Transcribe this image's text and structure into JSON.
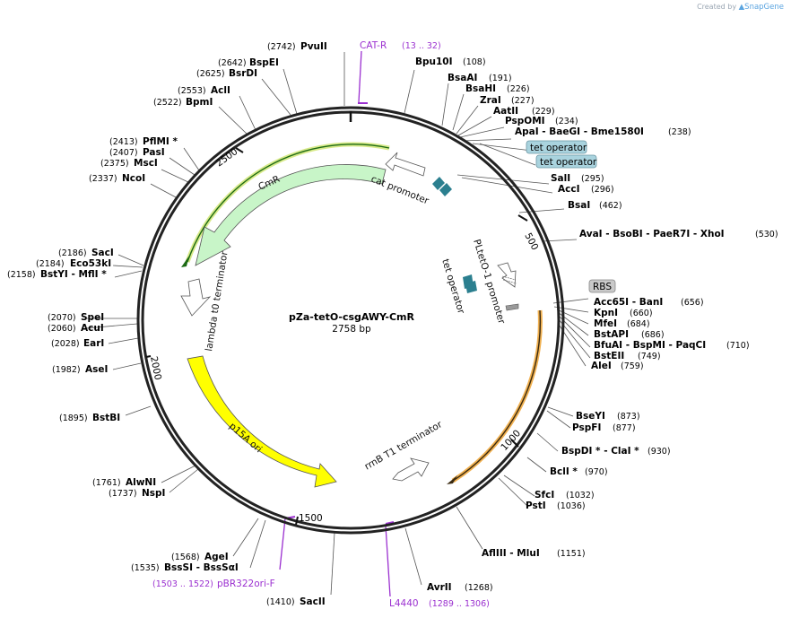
{
  "credit": {
    "prefix": "Created by",
    "brand": "SnapGene"
  },
  "plasmid": {
    "name": "pZa-tetO-csgAWY-CmR",
    "length": "2758 bp"
  },
  "ticks": [
    "500",
    "1000",
    "1500",
    "2000",
    "2500"
  ],
  "enzymes": [
    {
      "pos": "(2742)",
      "name": "PvuII"
    },
    {
      "pos": "(108)",
      "name": "Bpu10I"
    },
    {
      "pos": "(2642)",
      "name": "BspEI"
    },
    {
      "pos": "(2625)",
      "name": "BsrDI"
    },
    {
      "pos": "(191)",
      "name": "BsaAI"
    },
    {
      "pos": "(226)",
      "name": "BsaHI"
    },
    {
      "pos": "(227)",
      "name": "ZraI"
    },
    {
      "pos": "(229)",
      "name": "AatII"
    },
    {
      "pos": "(2553)",
      "name": "AclI"
    },
    {
      "pos": "(234)",
      "name": "PspOMI"
    },
    {
      "pos": "(2522)",
      "name": "BpmI"
    },
    {
      "pos": "(238)",
      "name": "ApaI   - BaeGI   - Bme1580I"
    },
    {
      "pos": "(2413)",
      "name": "PflMI *"
    },
    {
      "pos": "(2407)",
      "name": "PasI"
    },
    {
      "pos": "(2375)",
      "name": "MscI"
    },
    {
      "pos": "(2337)",
      "name": "NcoI"
    },
    {
      "pos": "(295)",
      "name": "SalI"
    },
    {
      "pos": "(296)",
      "name": "AccI"
    },
    {
      "pos": "(462)",
      "name": "BsaI"
    },
    {
      "pos": "(530)",
      "name": "AvaI   - BsoBI   - PaeR7I   - XhoI"
    },
    {
      "pos": "(2186)",
      "name": "SacI"
    },
    {
      "pos": "(2184)",
      "name": "Eco53kI"
    },
    {
      "pos": "(2158)",
      "name": "BstYI   - MflI *"
    },
    {
      "pos": "(656)",
      "name": "Acc65I   - BanI"
    },
    {
      "pos": "(660)",
      "name": "KpnI"
    },
    {
      "pos": "(684)",
      "name": "MfeI"
    },
    {
      "pos": "(686)",
      "name": "BstAPI"
    },
    {
      "pos": "(2070)",
      "name": "SpeI"
    },
    {
      "pos": "(2060)",
      "name": "AcuI"
    },
    {
      "pos": "(710)",
      "name": "BfuAI   - BspMI   - PaqCI"
    },
    {
      "pos": "(2028)",
      "name": "EarI"
    },
    {
      "pos": "(749)",
      "name": "BstEII"
    },
    {
      "pos": "(759)",
      "name": "AleI"
    },
    {
      "pos": "(1982)",
      "name": "AseI"
    },
    {
      "pos": "(1895)",
      "name": "BstBI"
    },
    {
      "pos": "(873)",
      "name": "BseYI"
    },
    {
      "pos": "(877)",
      "name": "PspFI"
    },
    {
      "pos": "(930)",
      "name": "BspDI *  - ClaI *"
    },
    {
      "pos": "(970)",
      "name": "BclI *"
    },
    {
      "pos": "(1761)",
      "name": "AlwNI"
    },
    {
      "pos": "(1737)",
      "name": "NspI"
    },
    {
      "pos": "(1032)",
      "name": "SfcI"
    },
    {
      "pos": "(1036)",
      "name": "PstI"
    },
    {
      "pos": "(1151)",
      "name": "AflIII   - MluI"
    },
    {
      "pos": "(1568)",
      "name": "AgeI"
    },
    {
      "pos": "(1535)",
      "name": "BssSI   - BssSαI"
    },
    {
      "pos": "(1268)",
      "name": "AvrII"
    },
    {
      "pos": "(1410)",
      "name": "SacII"
    }
  ],
  "primers": [
    {
      "name": "CAT-R",
      "range": "(13 .. 32)"
    },
    {
      "name": "pBR322ori-F",
      "range": "(1503 .. 1522)"
    },
    {
      "name": "L4440",
      "range": "(1289 .. 1306)"
    }
  ],
  "boxed": [
    "tet operator",
    "tet operator",
    "RBS"
  ],
  "features": [
    "CmR",
    "cat promoter",
    "lambda t0 terminator",
    "p15A ori",
    "rrnB T1 terminator",
    "PLtetO-1 promoter",
    "tet operator"
  ],
  "colors": {
    "cmr": "#c8f5c8",
    "ori": "#ffff00",
    "primer": "#9b30d0",
    "operator": "#2b7f8f",
    "csg_outline": "#f0b050"
  }
}
